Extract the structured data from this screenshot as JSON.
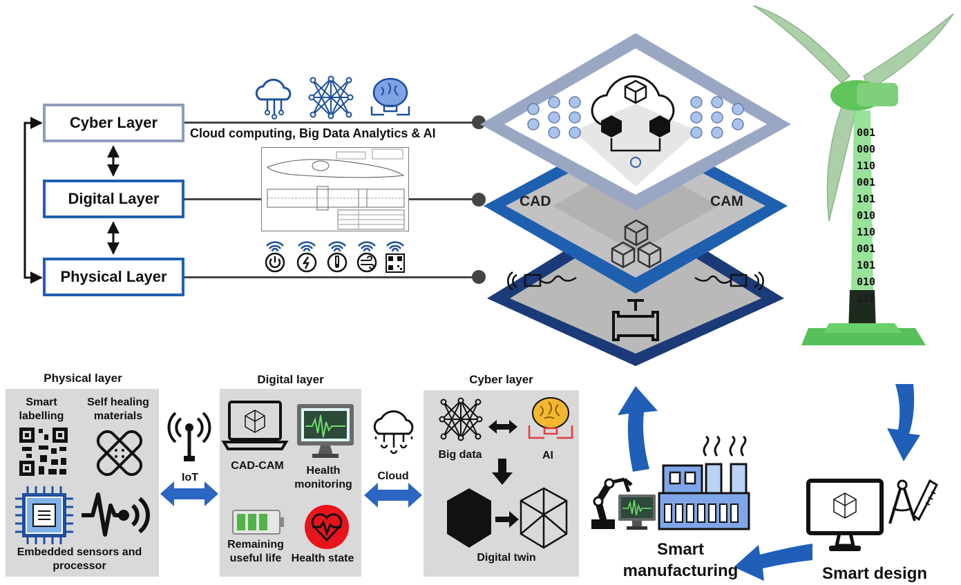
{
  "top": {
    "layers": {
      "cyber": "Cyber Layer",
      "digital": "Digital Layer",
      "physical": "Physical Layer"
    },
    "cloud_caption": "Cloud computing, Big Data Analytics & AI",
    "stack": {
      "cad": "CAD",
      "cam": "CAM"
    },
    "binary": [
      "001",
      "000",
      "110",
      "001",
      "101",
      "010",
      "110",
      "001",
      "101",
      "010",
      "110"
    ]
  },
  "bottom": {
    "physical": {
      "title": "Physical layer",
      "smart_labelling": "Smart labelling",
      "self_healing": "Self healing materials",
      "embedded": "Embedded sensors and processor"
    },
    "iot": "IoT",
    "digital": {
      "title": "Digital layer",
      "cadcam": "CAD-CAM",
      "health_monitoring": "Health monitoring",
      "rul": "Remaining useful life",
      "health_state": "Health state"
    },
    "cloud": "Cloud",
    "cyber": {
      "title": "Cyber layer",
      "big_data": "Big data",
      "ai": "AI",
      "digital_twin": "Digital twin"
    },
    "cycle": {
      "manufacturing": "Smart manufacturing",
      "design": "Smart design"
    }
  },
  "colors": {
    "cyber_border": "#8e9bbd",
    "blue_border": "#1f5fb0",
    "arrow_blue": "#1f5fb8",
    "navy": "#17326b",
    "panel": "#d9d9d9",
    "turbine": "#7fd07a"
  }
}
